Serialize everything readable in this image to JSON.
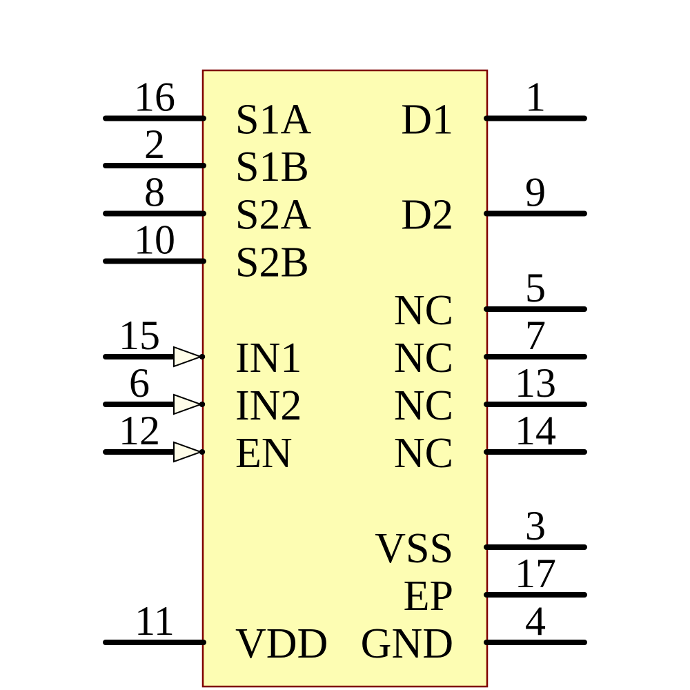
{
  "diagram": {
    "kind": "ic-schematic-symbol",
    "colors": {
      "body_fill": "#FDFDB3",
      "body_outline": "#7F0000",
      "pin_line": "#000000",
      "text_color": "#000000",
      "arrow_fill": "#FFFDE9"
    },
    "pins_left": [
      {
        "number": "16",
        "label": "S1A",
        "input": false
      },
      {
        "number": "2",
        "label": "S1B",
        "input": false
      },
      {
        "number": "8",
        "label": "S2A",
        "input": false
      },
      {
        "number": "10",
        "label": "S2B",
        "input": false
      },
      {
        "number": "15",
        "label": "IN1",
        "input": true
      },
      {
        "number": "6",
        "label": "IN2",
        "input": true
      },
      {
        "number": "12",
        "label": "EN",
        "input": true
      },
      {
        "number": "11",
        "label": "VDD",
        "input": false
      }
    ],
    "pins_right": [
      {
        "number": "1",
        "label": "D1"
      },
      {
        "number": "9",
        "label": "D2"
      },
      {
        "number": "5",
        "label": "NC"
      },
      {
        "number": "7",
        "label": "NC"
      },
      {
        "number": "13",
        "label": "NC"
      },
      {
        "number": "14",
        "label": "NC"
      },
      {
        "number": "3",
        "label": "VSS"
      },
      {
        "number": "17",
        "label": "EP"
      },
      {
        "number": "4",
        "label": "GND"
      }
    ]
  }
}
